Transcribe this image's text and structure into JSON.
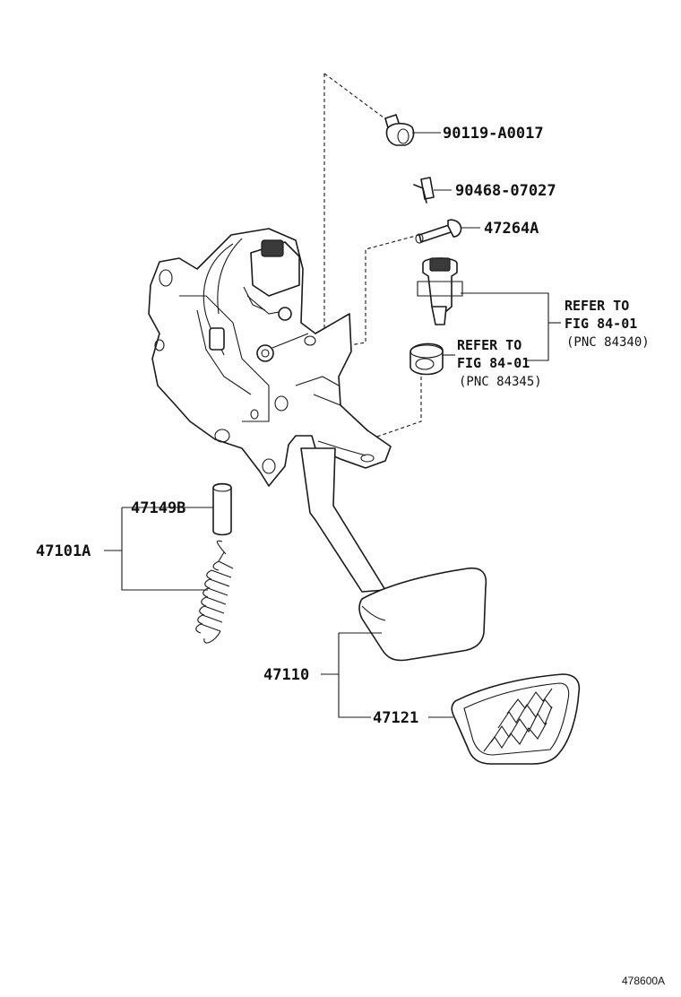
{
  "parts": {
    "bolt": "90119-A0017",
    "clip": "90468-07027",
    "pin": "47264A",
    "cushion": "47149B",
    "pedal_assy": "47101A",
    "pedal_sub": "47110",
    "pad": "47121"
  },
  "refer_upper": {
    "line1": "REFER TO",
    "line2": "FIG 84-01",
    "pnc": "(PNC 84340)"
  },
  "refer_lower": {
    "line1": "REFER TO",
    "line2": "FIG 84-01",
    "pnc": "(PNC 84345)"
  },
  "illustration_code": "478600A"
}
